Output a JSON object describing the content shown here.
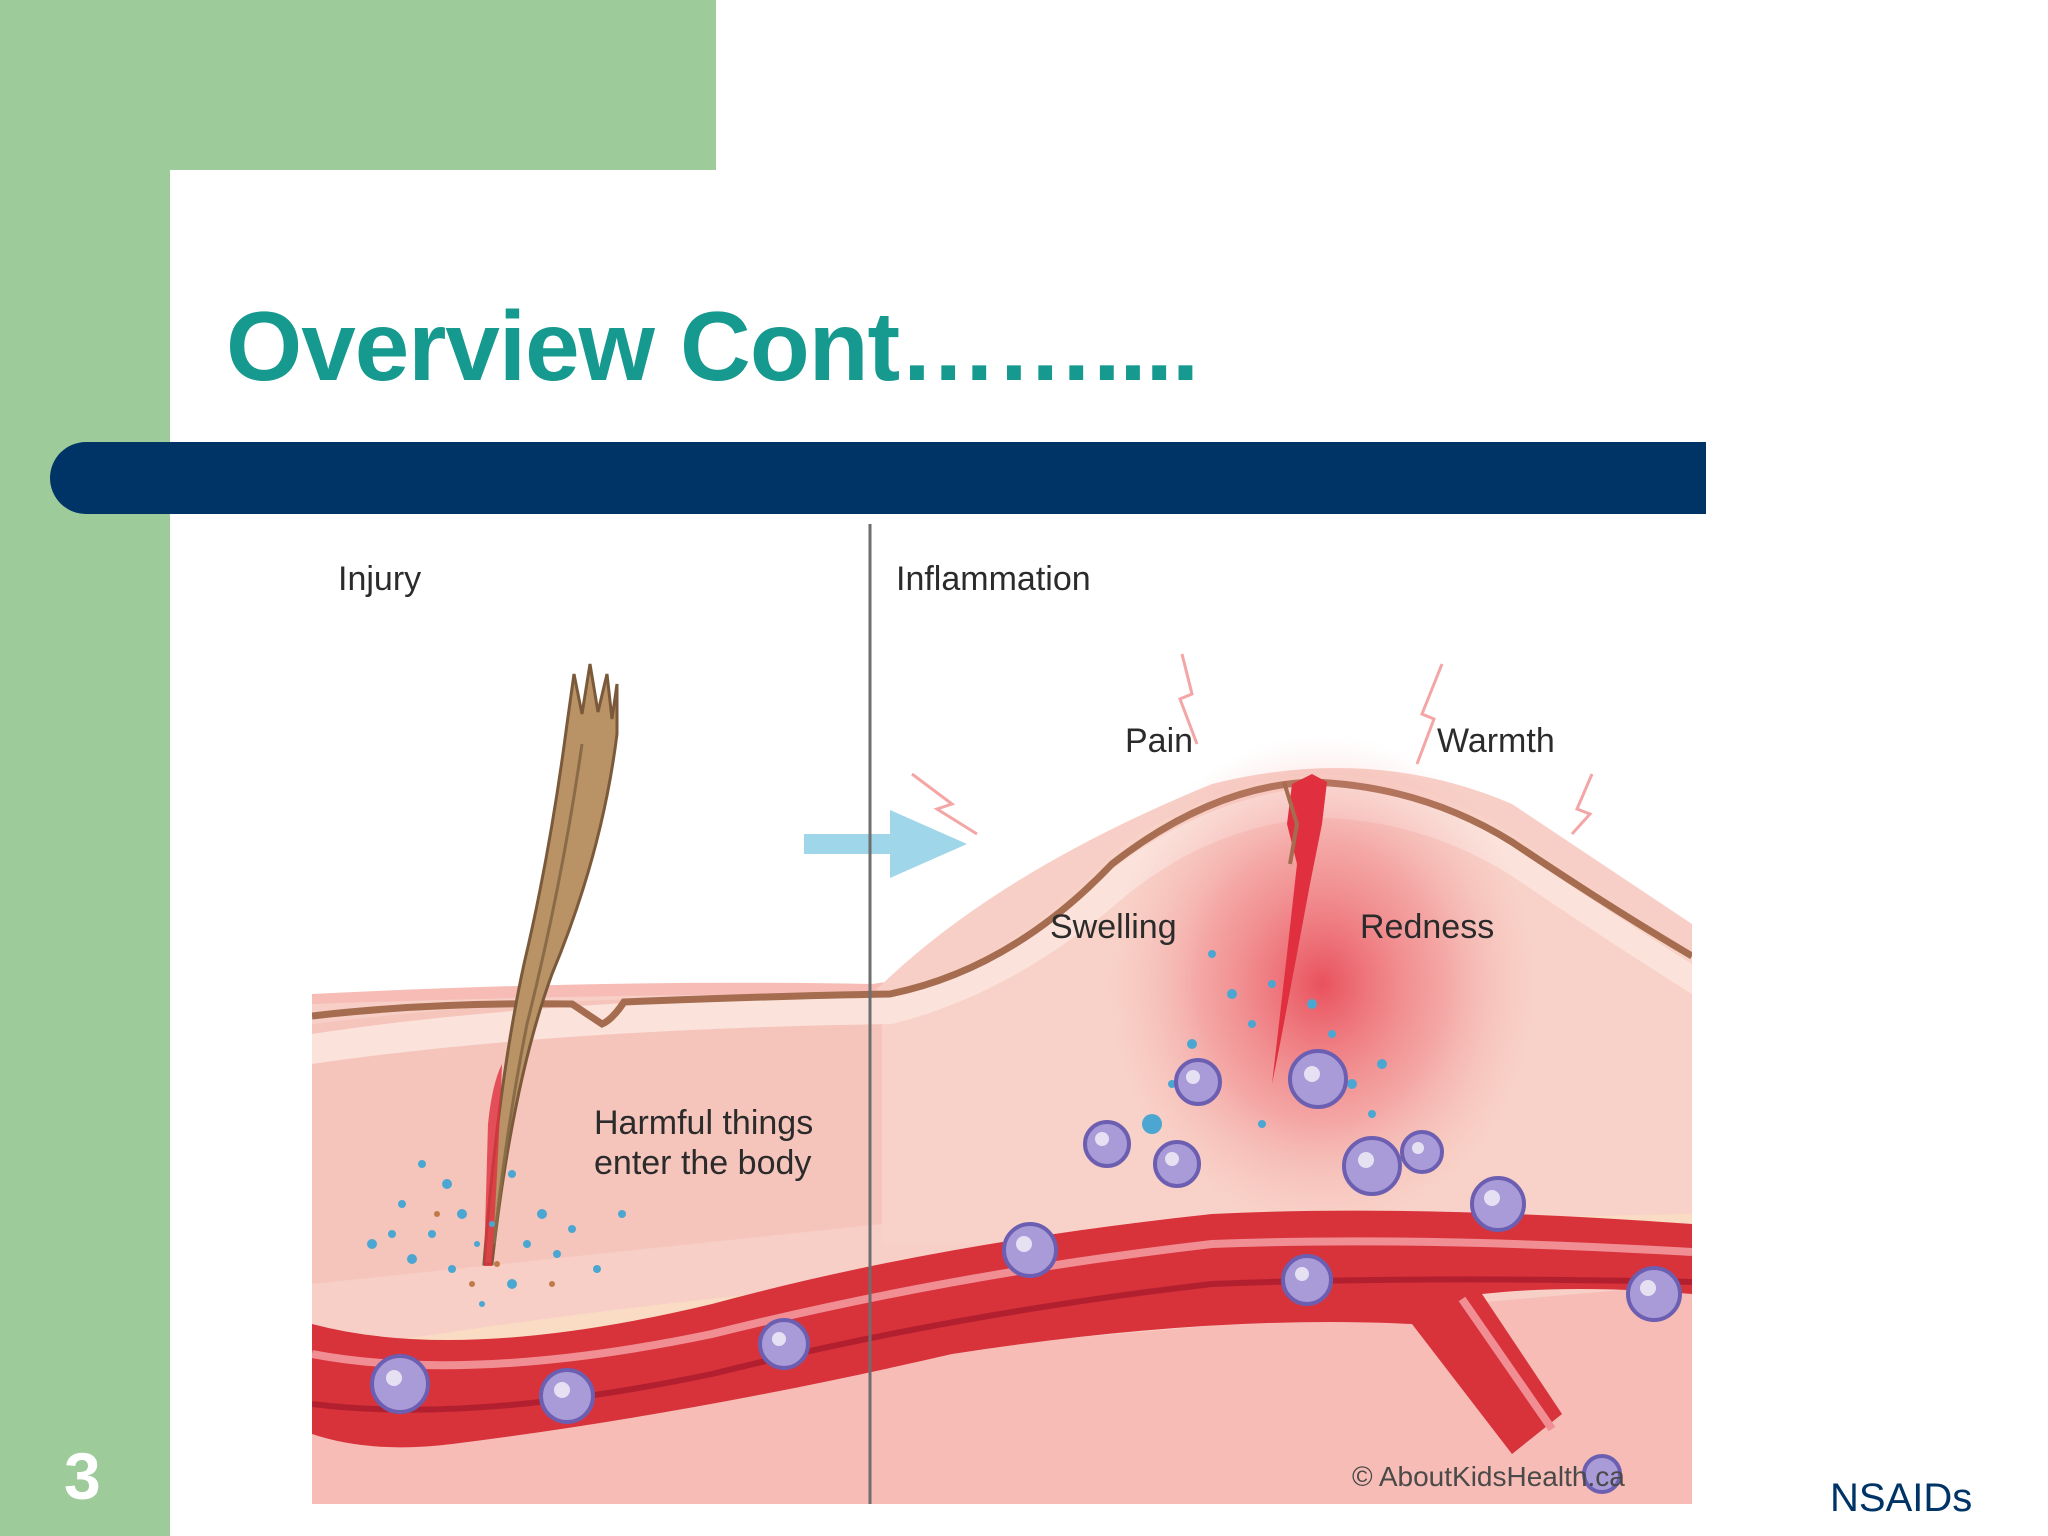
{
  "slide": {
    "title": "Overview Cont……....",
    "number": "3",
    "footer": "NSAIDs"
  },
  "figure": {
    "panel_left_label": "Injury",
    "panel_right_label": "Inflammation",
    "harmful_line1": "Harmful things",
    "harmful_line2": "enter the body",
    "pain_label": "Pain",
    "warmth_label": "Warmth",
    "swelling_label": "Swelling",
    "redness_label": "Redness",
    "credit": "© AboutKidsHealth.ca"
  },
  "colors": {
    "title": "#16998e",
    "title_bar": "#003366",
    "green_frame": "#9dcb9a",
    "arrow": "#9fd6ea",
    "vessel": "#d8323b",
    "cells": "#a89bd8"
  }
}
